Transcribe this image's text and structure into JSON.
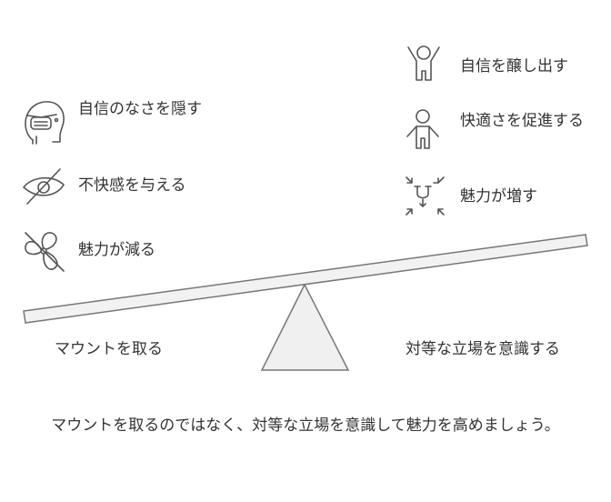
{
  "left_side": {
    "label": "マウントを取る",
    "items": [
      {
        "text": "自信のなさを隠す",
        "icon": "masked-face-icon"
      },
      {
        "text": "不快感を与える",
        "icon": "eye-slash-icon"
      },
      {
        "text": "魅力が減る",
        "icon": "fan-off-icon"
      }
    ]
  },
  "right_side": {
    "label": "対等な立場を意識する",
    "items": [
      {
        "text": "自信を醸し出す",
        "icon": "person-arms-up-icon"
      },
      {
        "text": "快適さを促進する",
        "icon": "person-arms-down-icon"
      },
      {
        "text": "魅力が増す",
        "icon": "magnet-attract-icon"
      }
    ]
  },
  "caption": "マウントを取るのではなく、対等な立場を意識して魅力を高めましょう。",
  "colors": {
    "stroke": "#555555",
    "fill": "#f2f2f2",
    "text": "#333333"
  }
}
